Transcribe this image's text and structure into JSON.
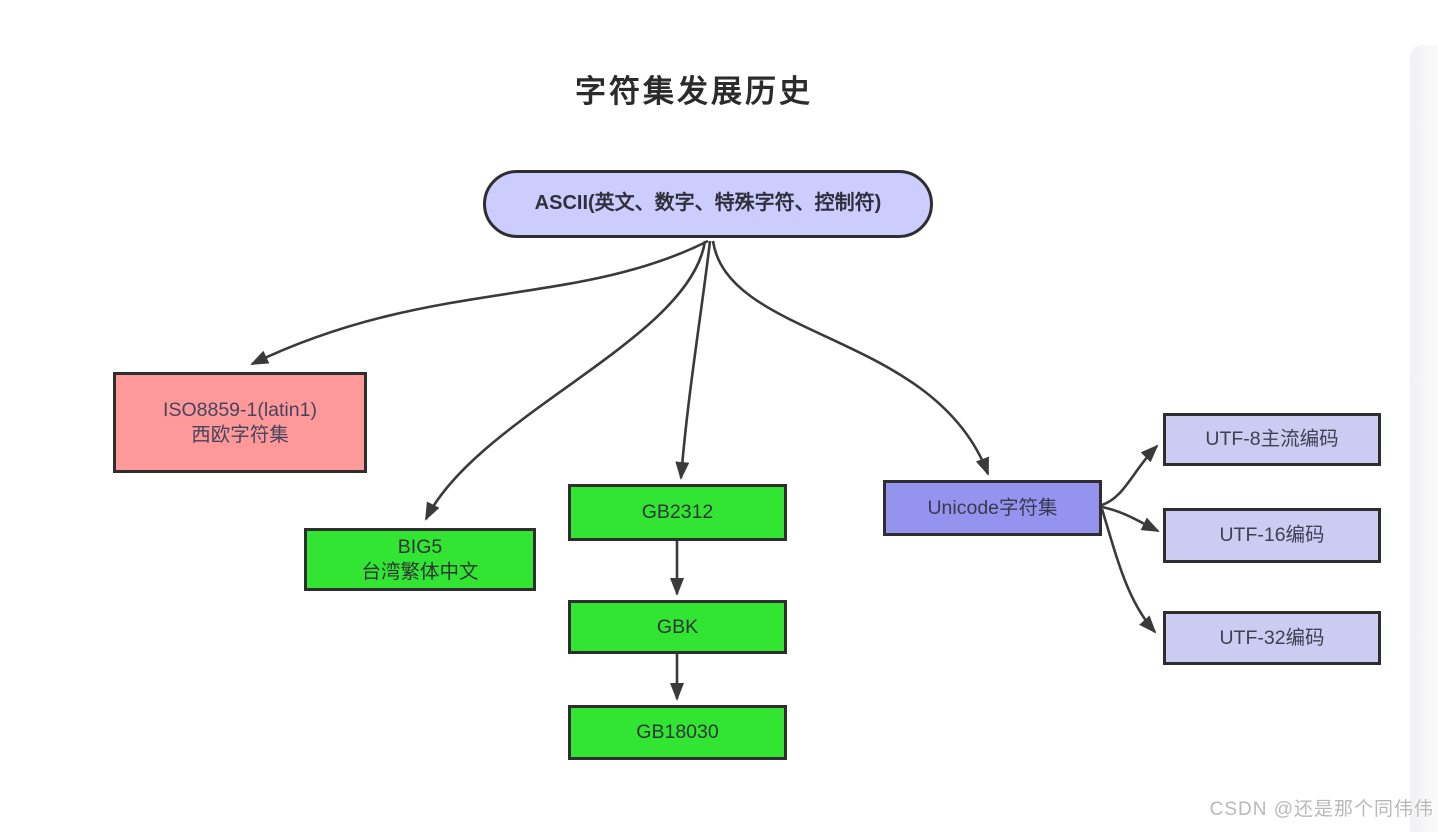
{
  "title": "字符集发展历史",
  "watermark": "CSDN @还是那个同伟伟",
  "colors": {
    "ascii_fill": "#ccccff",
    "iso_fill": "#ff9999",
    "gb_fill": "#33e533",
    "unicode_fill": "#9494ee",
    "utf_fill": "#ccccf2",
    "node_border": "#2e2e2e",
    "edge_stroke": "#3a3a3a",
    "title_color": "#2b2b2b",
    "watermark_color": "#b9b9b9"
  },
  "nodes": {
    "ascii": {
      "label": "ASCII(英文、数字、特殊字符、控制符)"
    },
    "iso": {
      "line1": "ISO8859-1(latin1)",
      "line2": "西欧字符集"
    },
    "big5": {
      "line1": "BIG5",
      "line2": "台湾繁体中文"
    },
    "gb2312": {
      "label": "GB2312"
    },
    "gbk": {
      "label": "GBK"
    },
    "gb18030": {
      "label": "GB18030"
    },
    "unicode": {
      "label": "Unicode字符集"
    },
    "utf8": {
      "label": "UTF-8主流编码"
    },
    "utf16": {
      "label": "UTF-16编码"
    },
    "utf32": {
      "label": "UTF-32编码"
    }
  },
  "edges": [
    {
      "from": "ascii",
      "to": "iso"
    },
    {
      "from": "ascii",
      "to": "big5"
    },
    {
      "from": "ascii",
      "to": "gb2312"
    },
    {
      "from": "ascii",
      "to": "unicode"
    },
    {
      "from": "gb2312",
      "to": "gbk"
    },
    {
      "from": "gbk",
      "to": "gb18030"
    },
    {
      "from": "unicode",
      "to": "utf8"
    },
    {
      "from": "unicode",
      "to": "utf16"
    },
    {
      "from": "unicode",
      "to": "utf32"
    }
  ]
}
